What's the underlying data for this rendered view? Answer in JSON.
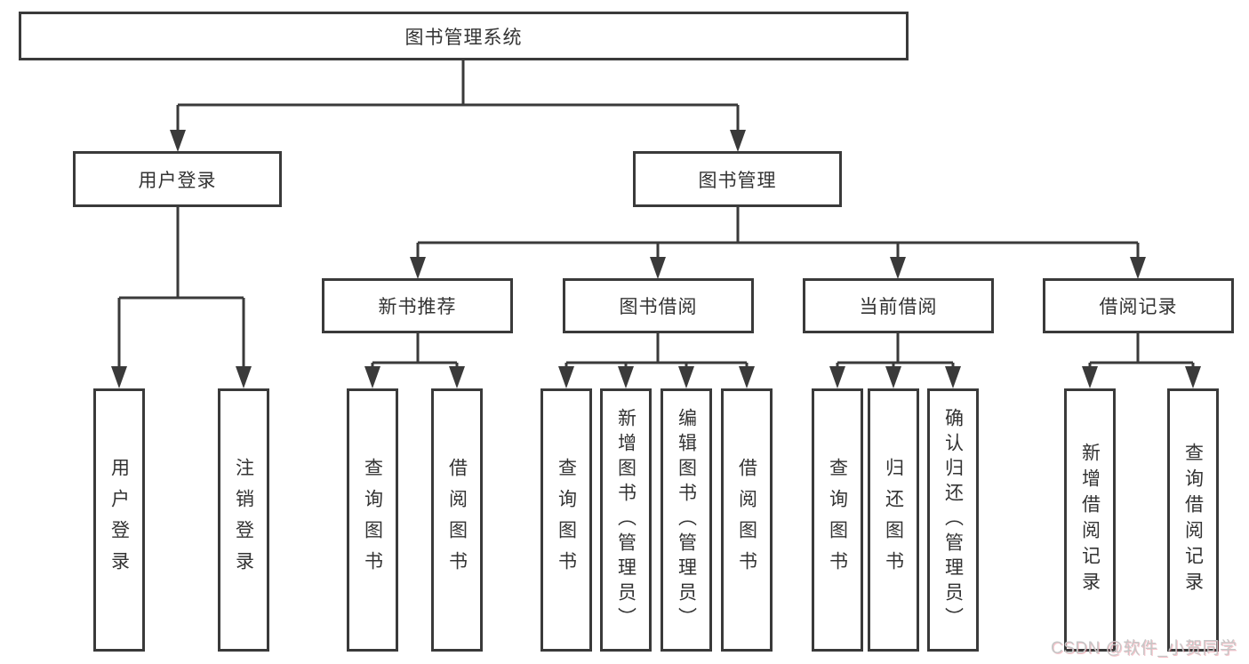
{
  "diagram": {
    "root": {
      "label": "图书管理系统"
    },
    "level2": [
      {
        "label": "用户登录"
      },
      {
        "label": "图书管理"
      }
    ],
    "level3": [
      {
        "label": "新书推荐"
      },
      {
        "label": "图书借阅"
      },
      {
        "label": "当前借阅"
      },
      {
        "label": "借阅记录"
      }
    ],
    "leaves": {
      "user_login": [
        "用户登录",
        "注销登录"
      ],
      "new_book": [
        "查询图书",
        "借阅图书"
      ],
      "book_borrow": [
        "查询图书",
        "新增图书（管理员）",
        "编辑图书（管理员）",
        "借阅图书"
      ],
      "current_borrow": [
        "查询图书",
        "归还图书",
        "确认归还（管理员）"
      ],
      "borrow_record": [
        "新增借阅记录",
        "查询借阅记录"
      ]
    }
  },
  "watermark": "CSDN @软件_小贺同学",
  "colors": {
    "line": "#3a3a3a",
    "background": "#ffffff",
    "text": "#333333",
    "watermark": "#c6c6c6"
  }
}
